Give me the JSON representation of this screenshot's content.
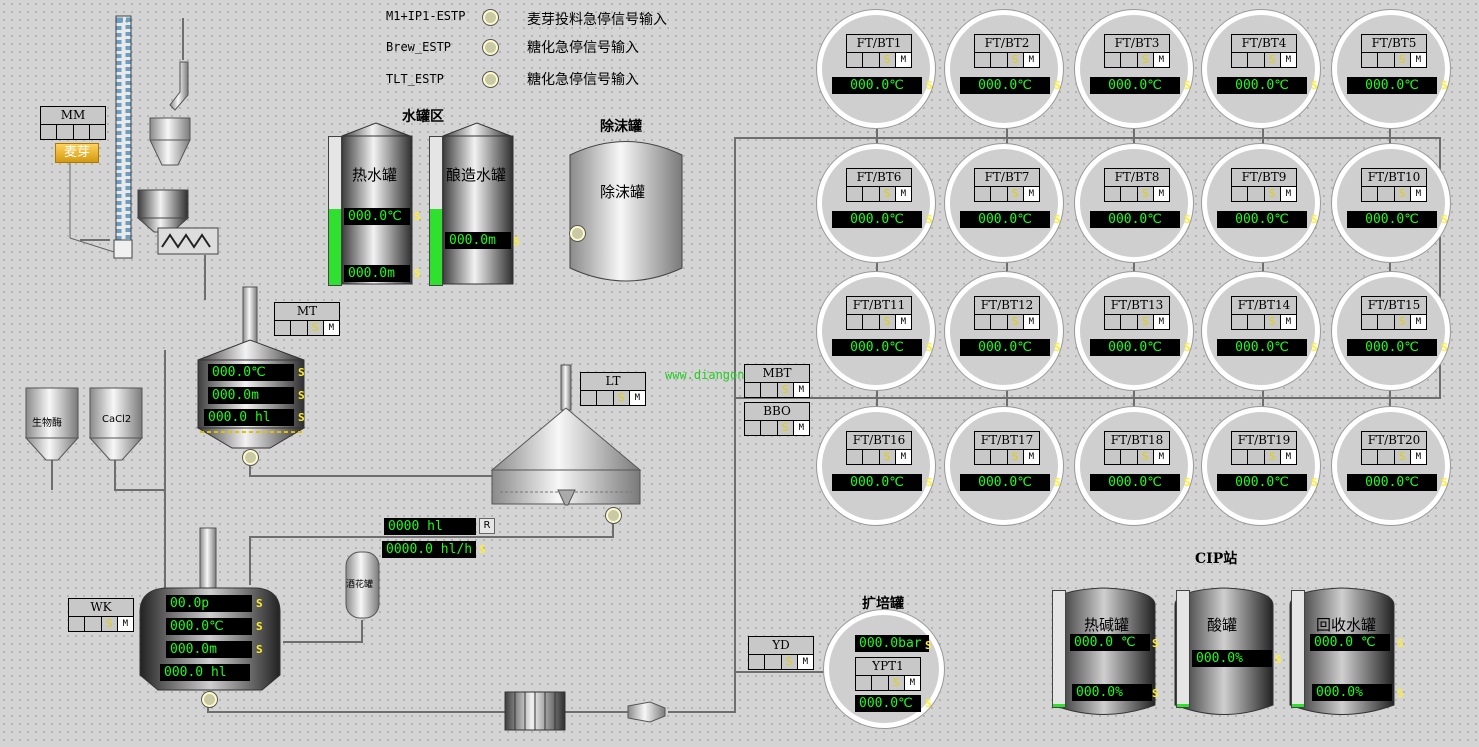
{
  "estp": [
    {
      "code": "M1+IP1-ESTP",
      "desc": "麦芽投料急停信号输入"
    },
    {
      "code": "Brew_ESTP",
      "desc": "糖化急停信号输入"
    },
    {
      "code": "TLT_ESTP",
      "desc": "糖化急停信号输入"
    }
  ],
  "headers": {
    "water_area": "水罐区",
    "defoam": "除沫罐",
    "cip": "CIP站",
    "expand": "扩培罐"
  },
  "tanks": {
    "hot_water": "热水罐",
    "brew_water": "酿造水罐",
    "defoam": "除沫罐",
    "bio_enzyme": "生物酶",
    "cacl2": "CaCl2",
    "hop": "酒花罐",
    "hot_alkali": "热碱罐",
    "acid": "酸罐",
    "recovery": "回收水罐"
  },
  "malt_label": "麦芽",
  "tags": {
    "MM": "MM",
    "MT": "MT",
    "LT": "LT",
    "WK": "WK",
    "MBT": "MBT",
    "BBO": "BBO",
    "YD": "YD",
    "YPT1": "YPT1"
  },
  "s": "S",
  "m": "M",
  "r": "R",
  "values": {
    "hw_temp": "000.0℃",
    "hw_level": "000.0m",
    "bw_level": "000.0m",
    "mt_temp": "000.0℃",
    "mt_level": "000.0m",
    "mt_vol": "000.0 hl",
    "lt_total": "0000  hl",
    "lt_flow": "0000.0 hl/h",
    "wk_p": "00.0p",
    "wk_temp": "000.0℃",
    "wk_level": "000.0m",
    "wk_vol": "000.0 hl",
    "exp_bar": "000.0bar",
    "exp_temp": "000.0℃",
    "alk_temp": "000.0  ℃",
    "alk_pct": "000.0%",
    "acid_pct": "000.0%",
    "rec_temp": "000.0  ℃",
    "rec_pct": "000.0%"
  },
  "fermenters": [
    {
      "tag": "FT/BT1",
      "temp": "000.0℃"
    },
    {
      "tag": "FT/BT2",
      "temp": "000.0℃"
    },
    {
      "tag": "FT/BT3",
      "temp": "000.0℃"
    },
    {
      "tag": "FT/BT4",
      "temp": "000.0℃"
    },
    {
      "tag": "FT/BT5",
      "temp": "000.0℃"
    },
    {
      "tag": "FT/BT6",
      "temp": "000.0℃"
    },
    {
      "tag": "FT/BT7",
      "temp": "000.0℃"
    },
    {
      "tag": "FT/BT8",
      "temp": "000.0℃"
    },
    {
      "tag": "FT/BT9",
      "temp": "000.0℃"
    },
    {
      "tag": "FT/BT10",
      "temp": "000.0℃"
    },
    {
      "tag": "FT/BT11",
      "temp": "000.0℃"
    },
    {
      "tag": "FT/BT12",
      "temp": "000.0℃"
    },
    {
      "tag": "FT/BT13",
      "temp": "000.0℃"
    },
    {
      "tag": "FT/BT14",
      "temp": "000.0℃"
    },
    {
      "tag": "FT/BT15",
      "temp": "000.0℃"
    },
    {
      "tag": "FT/BT16",
      "temp": "000.0℃"
    },
    {
      "tag": "FT/BT17",
      "temp": "000.0℃"
    },
    {
      "tag": "FT/BT18",
      "temp": "000.0℃"
    },
    {
      "tag": "FT/BT19",
      "temp": "000.0℃"
    },
    {
      "tag": "FT/BT20",
      "temp": "000.0℃"
    }
  ],
  "watermark_url": "www.diangon.com",
  "colors": {
    "display_bg": "#000000",
    "display_fg": "#1aff1a",
    "status_s": "#ffef2a",
    "level_fill": "#2fe02f",
    "background": "#d4d4d4"
  }
}
